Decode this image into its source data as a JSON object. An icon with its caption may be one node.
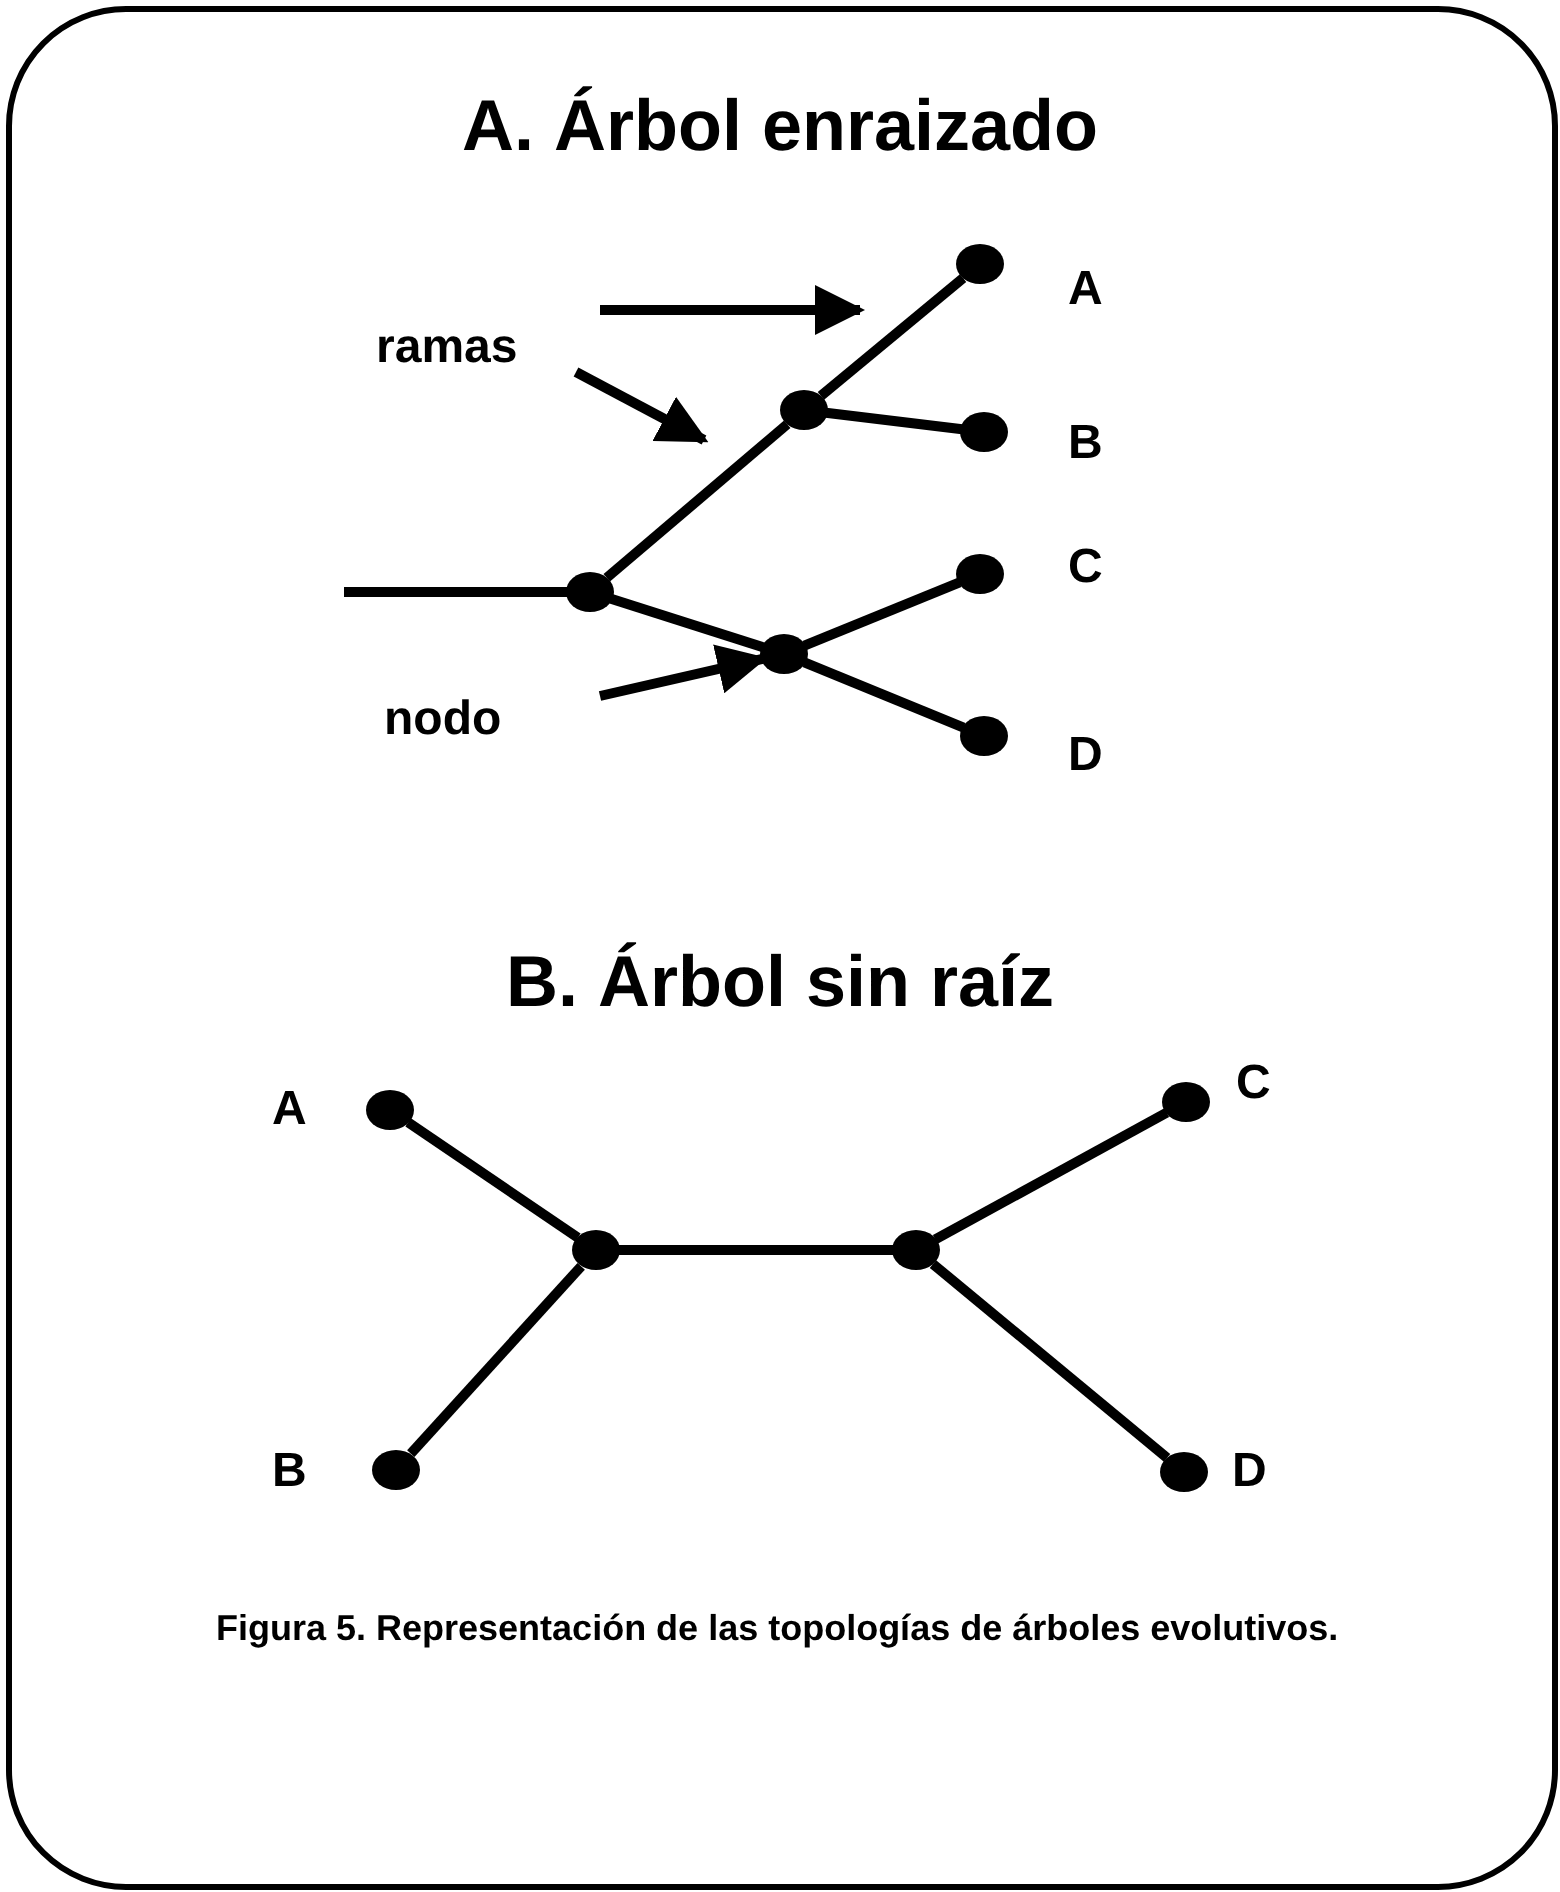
{
  "diagram": {
    "caption": "Figura 5. Representación de las topologías de árboles evolutivos.",
    "nodes": [
      {
        "text": [],
        "shape": "circle"
      },
      {
        "text": [],
        "shape": "circle"
      },
      {
        "text": [],
        "shape": "circle",
        "beside": [
          "A"
        ]
      },
      {
        "text": [],
        "shape": "circle",
        "beside": [
          "B"
        ]
      },
      {
        "text": [],
        "shape": "circle"
      },
      {
        "text": [],
        "shape": "circle",
        "beside": [
          "C"
        ]
      },
      {
        "text": [],
        "shape": "circle",
        "beside": [
          "D"
        ]
      },
      {
        "text": [
          "ramas"
        ]
      },
      {
        "text": [
          "nodo"
        ]
      },
      {
        "text": [],
        "shape": "circle",
        "beside": [
          "A"
        ]
      },
      {
        "text": [],
        "shape": "circle",
        "beside": [
          "B"
        ]
      },
      {
        "text": [],
        "shape": "circle"
      },
      {
        "text": [],
        "shape": "circle"
      },
      {
        "text": [],
        "shape": "circle",
        "beside": [
          "C"
        ]
      },
      {
        "text": [],
        "shape": "circle",
        "beside": [
          "D"
        ]
      }
    ],
    "edges": [
      {
        "from": null,
        "to": 0,
        "arrow": "none"
      },
      {
        "from": 0,
        "to": 1,
        "arrow": "none"
      },
      {
        "from": 1,
        "to": 2,
        "arrow": "none"
      },
      {
        "from": 1,
        "to": 3,
        "arrow": "none"
      },
      {
        "from": 0,
        "to": 4,
        "arrow": "none"
      },
      {
        "from": 4,
        "to": 5,
        "arrow": "none"
      },
      {
        "from": 4,
        "to": 6,
        "arrow": "none"
      },
      {
        "from": 7,
        "to": null,
        "arrow": "to"
      },
      {
        "from": 7,
        "to": null,
        "arrow": "to"
      },
      {
        "from": 8,
        "to": 4,
        "arrow": "to"
      },
      {
        "from": 9,
        "to": 11,
        "arrow": "none"
      },
      {
        "from": 10,
        "to": 11,
        "arrow": "none"
      },
      {
        "from": 11,
        "to": 12,
        "arrow": "none"
      },
      {
        "from": 12,
        "to": 13,
        "arrow": "none"
      },
      {
        "from": 12,
        "to": 14,
        "arrow": "none"
      }
    ],
    "labels": [
      "A. Árbol enraizado",
      "B. Árbol sin raíz"
    ]
  }
}
